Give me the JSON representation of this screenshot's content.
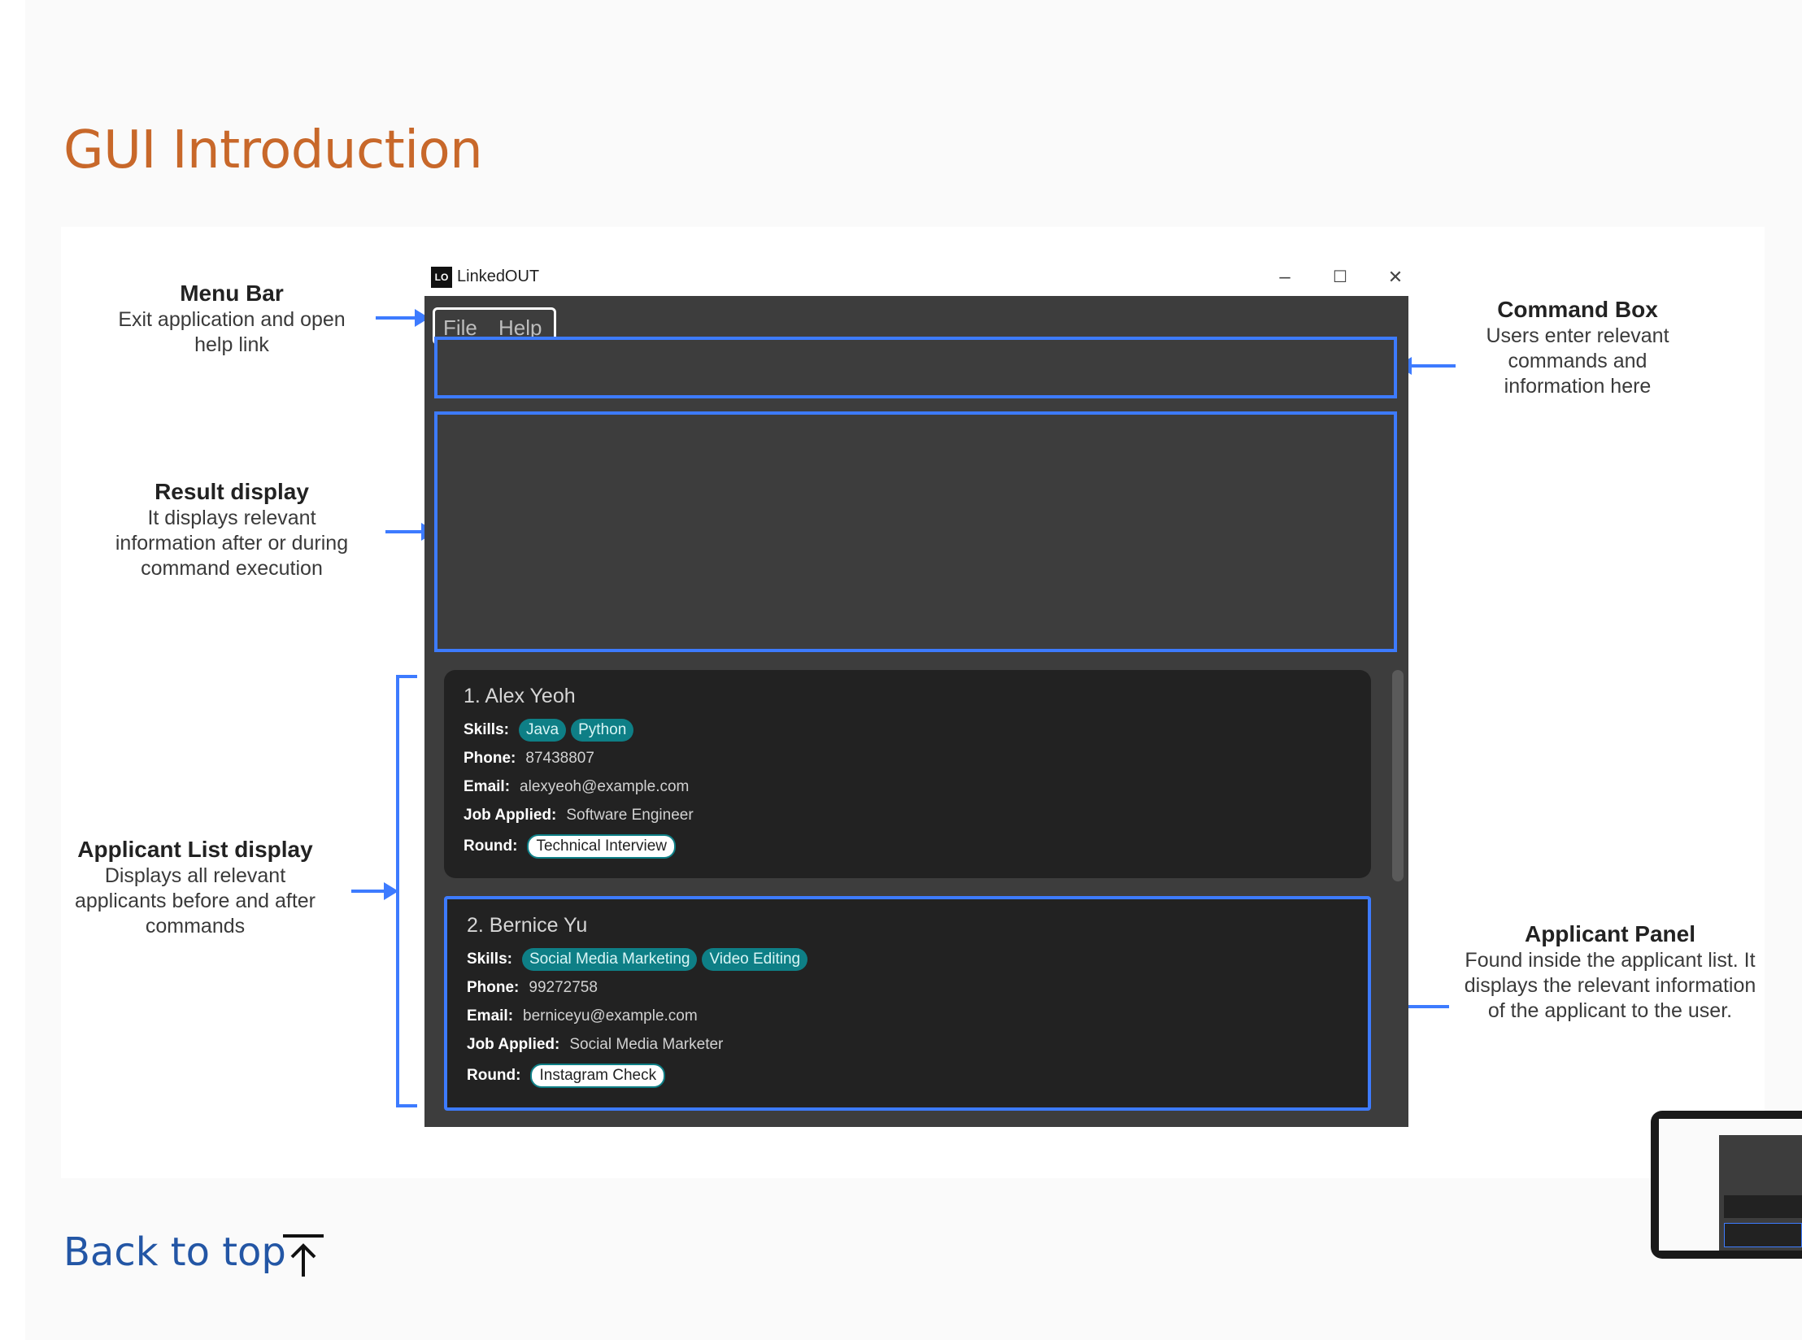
{
  "heading": "GUI Introduction",
  "labels": {
    "menu_bar": {
      "title": "Menu Bar",
      "desc": "Exit application and open help link"
    },
    "command_box": {
      "title": "Command Box",
      "desc": "Users enter relevant commands and information here"
    },
    "result_display": {
      "title": "Result display",
      "desc": "It displays relevant information after or during command execution"
    },
    "applicant_list": {
      "title": "Applicant List display",
      "desc": "Displays all relevant applicants before and after commands"
    },
    "applicant_panel": {
      "title": "Applicant Panel",
      "desc": "Found inside the applicant list. It displays the relevant information of the applicant to the user."
    }
  },
  "app": {
    "logo": "LO",
    "title": "LinkedOUT",
    "controls": {
      "minimize": "–",
      "maximize": "☐",
      "close": "✕"
    },
    "menu": [
      "File",
      "Help"
    ],
    "applicants": [
      {
        "name": "1.  Alex Yeoh",
        "skills_label": "Skills:",
        "skills": [
          "Java",
          "Python"
        ],
        "phone_label": "Phone:",
        "phone": "87438807",
        "email_label": "Email:",
        "email": "alexyeoh@example.com",
        "job_label": "Job Applied:",
        "job": "Software Engineer",
        "round_label": "Round:",
        "round": "Technical Interview"
      },
      {
        "name": "2.  Bernice Yu",
        "skills_label": "Skills:",
        "skills": [
          "Social Media Marketing",
          "Video Editing"
        ],
        "phone_label": "Phone:",
        "phone": "99272758",
        "email_label": "Email:",
        "email": "berniceyu@example.com",
        "job_label": "Job Applied:",
        "job": "Social Media Marketer",
        "round_label": "Round:",
        "round": "Instagram Check"
      }
    ]
  },
  "back_to_top": "Back to top",
  "colors": {
    "heading": "#c8682a",
    "accent": "#3d7bff",
    "tag": "#0e7f86",
    "link": "#2356a5"
  }
}
